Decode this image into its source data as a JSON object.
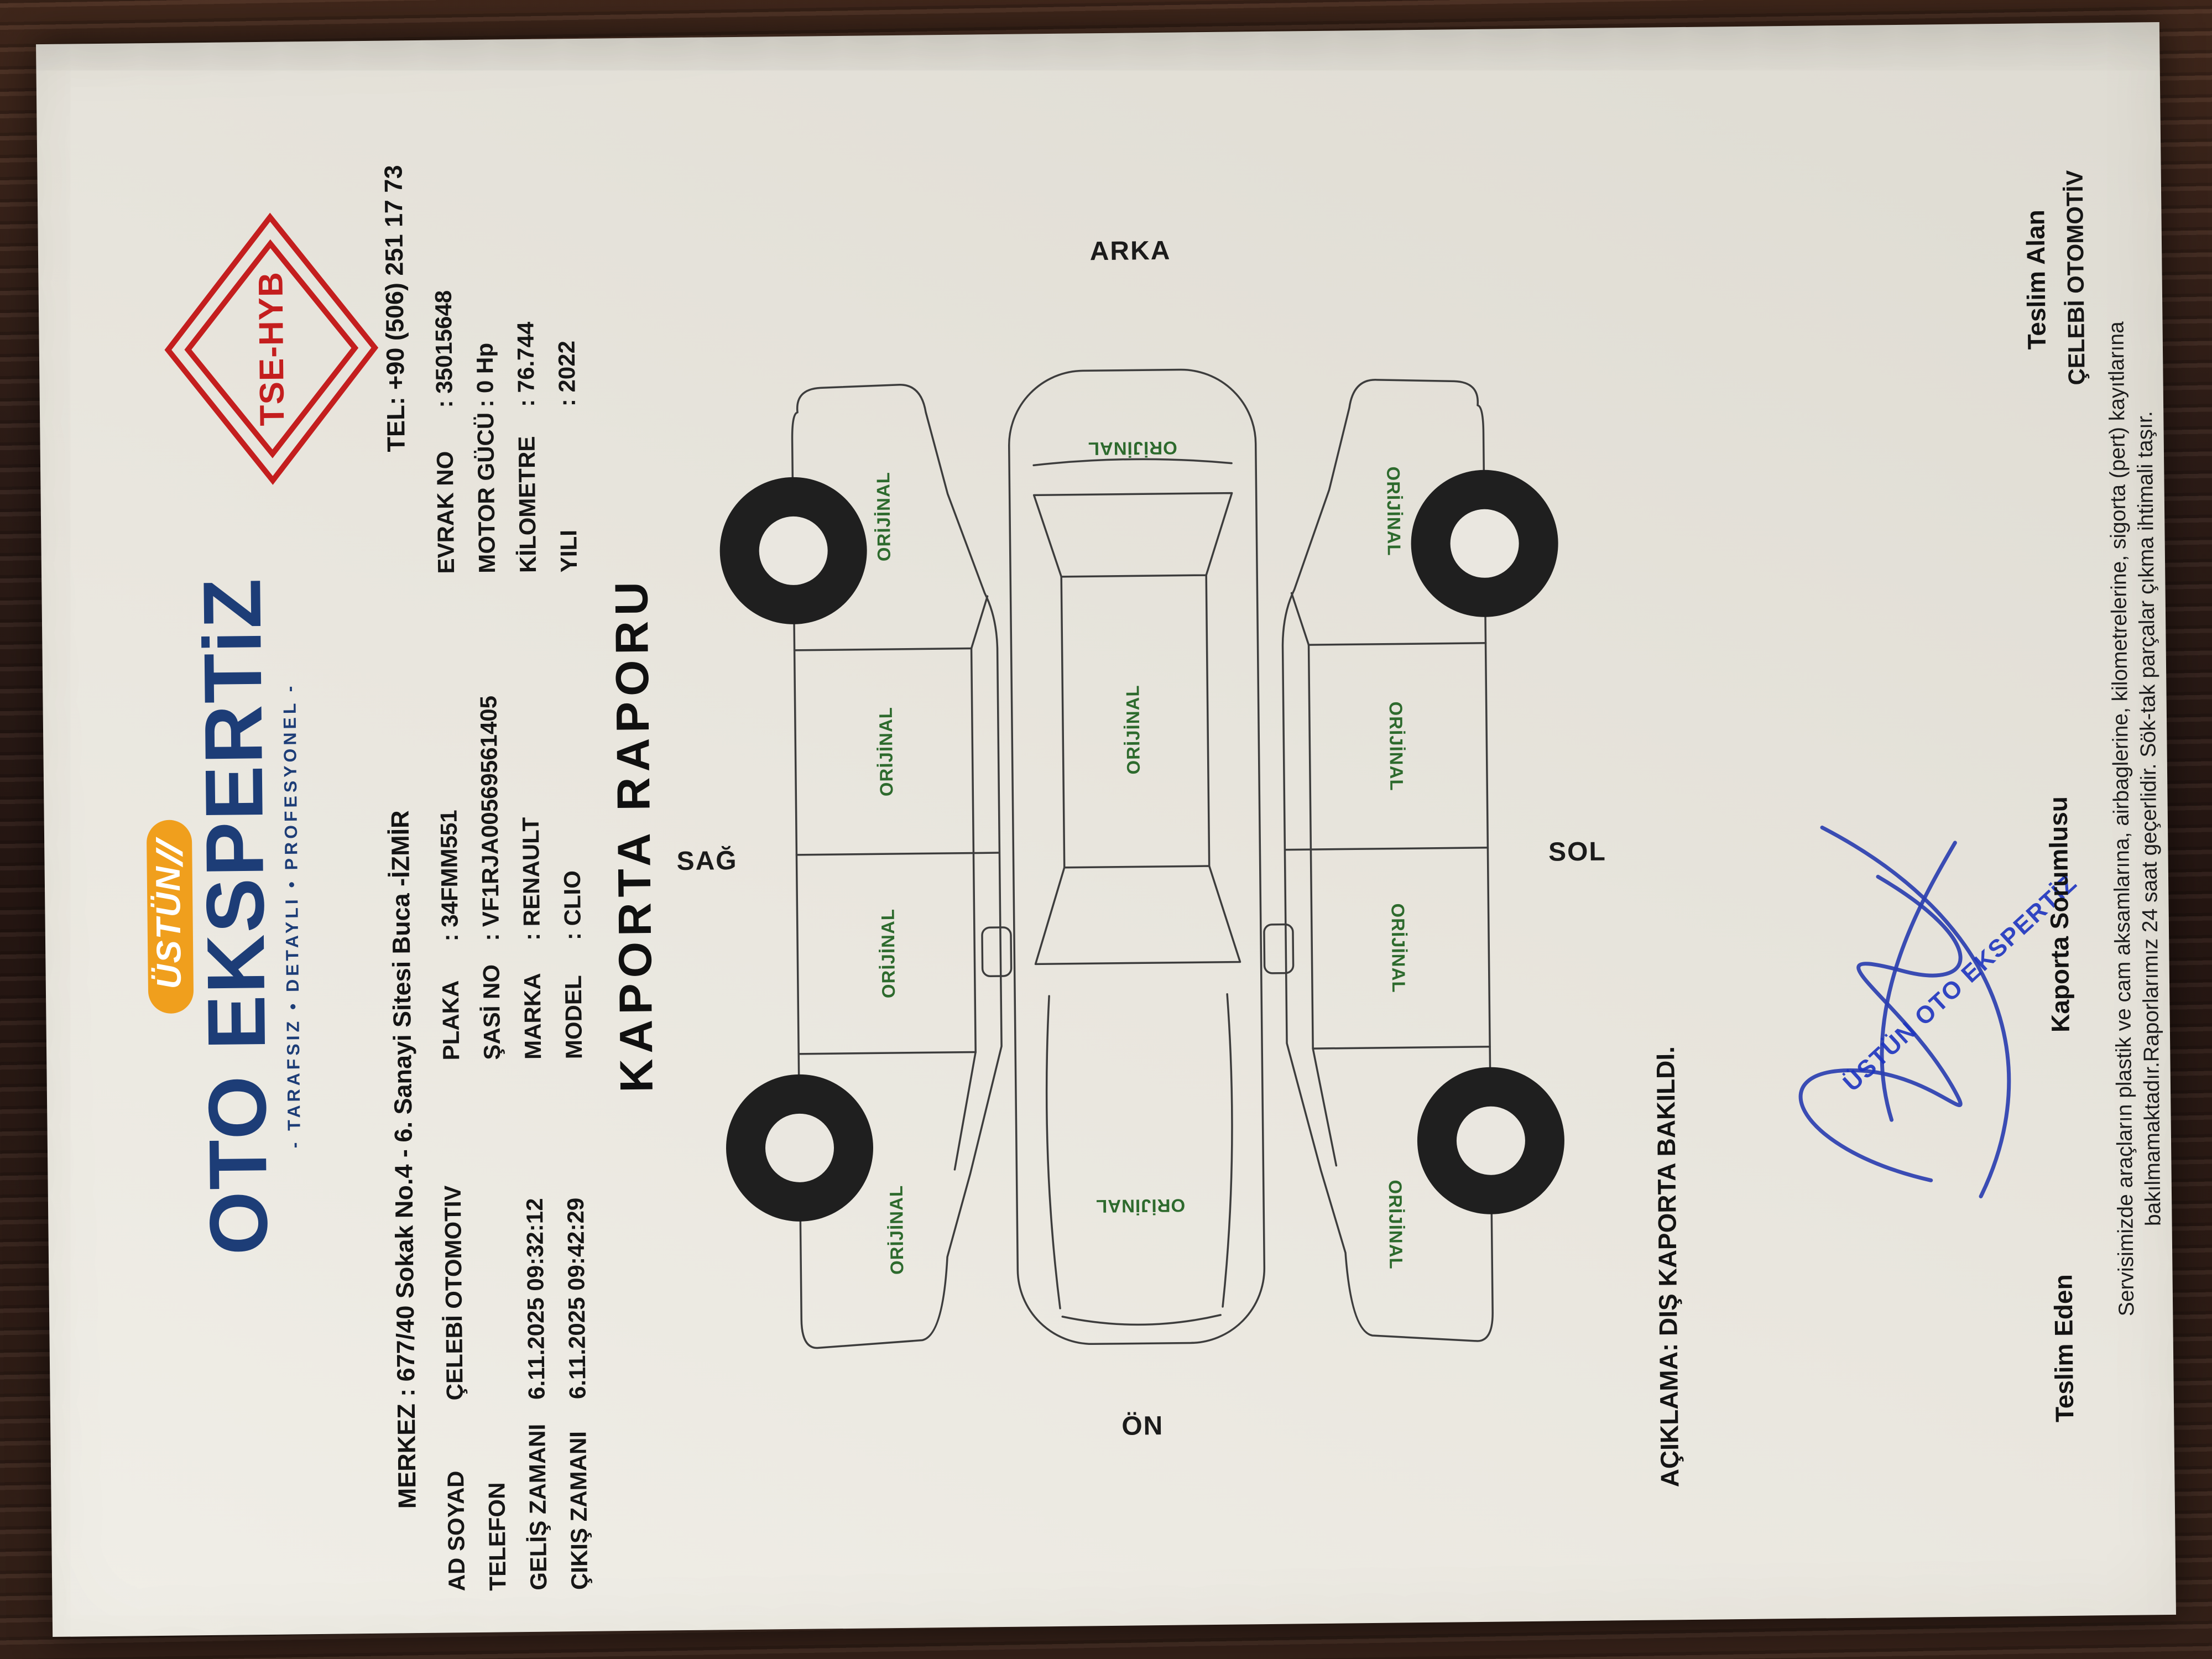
{
  "header": {
    "logo": {
      "badge": "ÜSTÜN",
      "name": "OTO EKSPERTiZ",
      "tagline": "- TARAFSIZ • DETAYLI • PROFESYONEL -",
      "badge_color": "#f09f1d",
      "name_color": "#1d3d77"
    },
    "tse": {
      "label": "TSE-HYB",
      "color": "#c41e1e"
    },
    "merkez": "MERKEZ : 677/40 Sokak No.4  -  6. Sanayi Sitesi Buca -İZMİR",
    "tel": "TEL: +90 (506) 251 17 73"
  },
  "info": {
    "col1": [
      {
        "label": "AD SOYAD",
        "value": "ÇELEBİ OTOMOTIV"
      },
      {
        "label": "TELEFON",
        "value": ""
      },
      {
        "label": "GELİŞ ZAMANI",
        "value": "6.11.2025 09:32:12"
      },
      {
        "label": "ÇIKIŞ ZAMANI",
        "value": "6.11.2025 09:42:29"
      }
    ],
    "col2": [
      {
        "label": "PLAKA",
        "value": ": 34FMM551"
      },
      {
        "label": "ŞASİ NO",
        "value": ": VF1RJA00569561405"
      },
      {
        "label": "MARKA",
        "value": ": RENAULT"
      },
      {
        "label": "MODEL",
        "value": ": CLIO"
      }
    ],
    "col3": [
      {
        "label": "EVRAK NO",
        "value": ": 35015648"
      },
      {
        "label": "MOTOR GÜCÜ",
        "value": ": 0 Hp"
      },
      {
        "label": "KİLOMETRE",
        "value": ": 76.744"
      },
      {
        "label": "YILI",
        "value": ": 2022"
      }
    ]
  },
  "title": "KAPORTA RAPORU",
  "diagram": {
    "directions": {
      "front": "ÖN",
      "rear": "ARKA",
      "right": "SAĞ",
      "left": "SOL"
    },
    "panel_status": "ORİJİNAL",
    "status_color": "#2d6a2d"
  },
  "notes": {
    "aciklama": "AÇIKLAMA: DIŞ KAPORTA BAKILDI."
  },
  "signature": {
    "stamp": "ÜSTÜN OTO EKSPERTİZ",
    "ink_color": "#2b3fb0"
  },
  "footer": {
    "teslim_eden": "Teslim Eden",
    "kaporta_sorumlusu": "Kaporta Sorumlusu",
    "teslim_alan": "Teslim Alan",
    "teslim_alan_value": "ÇELEBİ OTOMOTİV",
    "fine_print_1": "Servisimizde araçların plastik ve cam aksamlarına, airbaglerine, kilometrelerine, sigorta (pert) kayıtlarına",
    "fine_print_2": "bakılmamaktadır.Raporlarımız 24 saat geçerlidir. Sök-tak parçalar çıkma ihtimali taşır."
  }
}
